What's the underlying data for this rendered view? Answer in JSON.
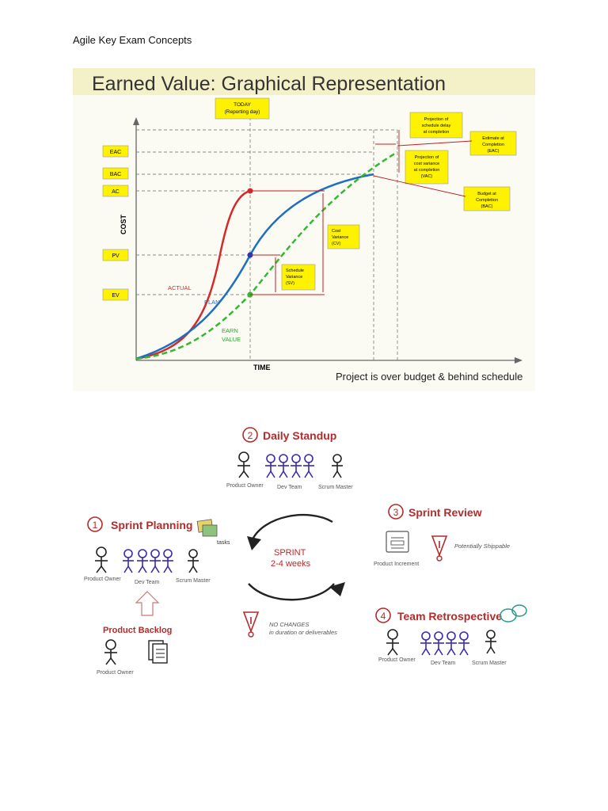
{
  "page": {
    "header": "Agile Key Exam Concepts"
  },
  "earned_value": {
    "title": "Earned Value: Graphical Representation",
    "today_label": [
      "TODAY",
      "(Reporting day)"
    ],
    "y_axis_label": "COST",
    "x_axis_label": "TIME",
    "y_ticks": [
      "EAC",
      "BAC",
      "AC",
      "PV",
      "EV"
    ],
    "curve_labels": {
      "actual": "ACTUAL",
      "plan": "PLAN",
      "earn": [
        "EARN",
        "VALUE"
      ]
    },
    "callouts": {
      "schedule_delay": [
        "Projection of",
        "schedule delay",
        "at completion"
      ],
      "eac": [
        "Estimate at",
        "Completion",
        "(EAC)"
      ],
      "vac": [
        "Projection of",
        "cost variance",
        "at completion",
        "(VAC)"
      ],
      "bac": [
        "Budget at",
        "Completion",
        "(BAC)"
      ],
      "cv": [
        "Cost",
        "Variance",
        "(CV)"
      ],
      "sv": [
        "Schedule",
        "Variance",
        "(SV)"
      ]
    },
    "footer": "Project is over budget & behind schedule",
    "colors": {
      "actual": "#d42a2a",
      "plan": "#1f6fc0",
      "earn": "#33b833",
      "callout": "#fff200",
      "axis": "#666666"
    }
  },
  "sprint": {
    "steps": [
      {
        "num": "2",
        "title": "Daily Standup",
        "roles": [
          "Product Owner",
          "Dev Team",
          "Scrum Master"
        ]
      },
      {
        "num": "1",
        "title": "Sprint Planning",
        "roles": [
          "Product Owner",
          "Dev Team",
          "Scrum Master"
        ],
        "extra": "tasks"
      },
      {
        "num": "3",
        "title": "Sprint Review",
        "items": [
          "Product Increment",
          "Potentially Shippable"
        ]
      },
      {
        "num": "4",
        "title": "Team Retrospective",
        "roles": [
          "Product Owner",
          "Dev Team",
          "Scrum Master"
        ]
      }
    ],
    "cycle": [
      "SPRINT",
      "2-4 weeks"
    ],
    "no_changes": [
      "NO CHANGES",
      "in duration or deliverables"
    ],
    "backlog": {
      "title": "Product Backlog",
      "role": "Product Owner"
    },
    "colors": {
      "accent": "#b52a2a",
      "team": "#3a2ab0",
      "text": "#555555"
    }
  }
}
